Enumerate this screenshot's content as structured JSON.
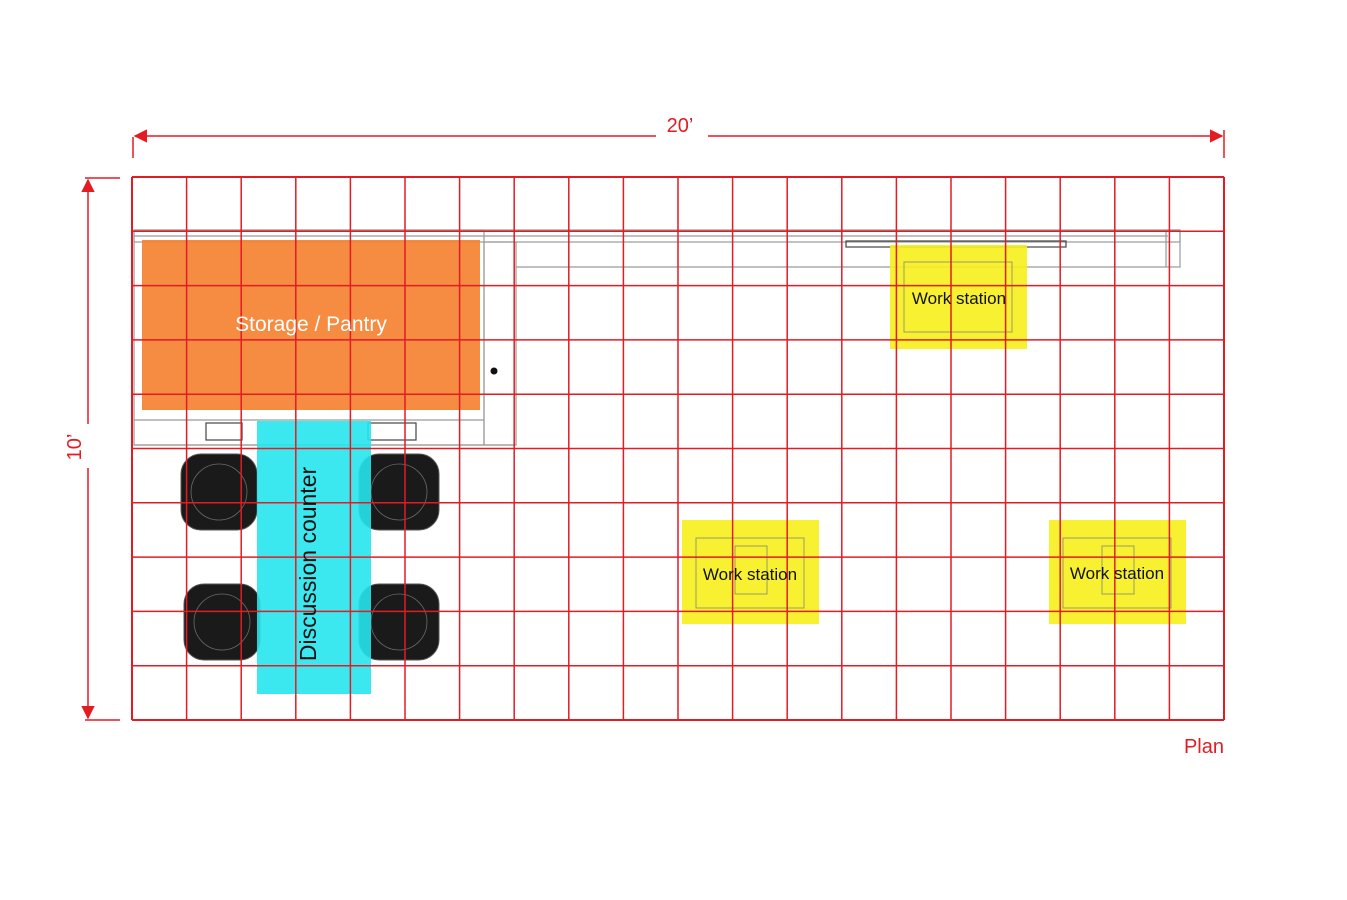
{
  "dimensions": {
    "width_label": "20’",
    "height_label": "10’"
  },
  "plan_label": "Plan",
  "grid": {
    "columns": 20,
    "rows": 10
  },
  "zones": {
    "storage": {
      "label": "Storage / Pantry",
      "color": "#f58232"
    },
    "counter": {
      "label": "Discussion counter",
      "color": "#27e6ee"
    },
    "workstation_top": {
      "label": "Work station",
      "color": "#f7ef1c"
    },
    "workstation_left": {
      "label": "Work station",
      "color": "#f7ef1c"
    },
    "workstation_right": {
      "label": "Work station",
      "color": "#f7ef1c"
    }
  },
  "colors": {
    "grid": "#e31b23",
    "dimension": "#e31b23",
    "linework": "#9a9a9a",
    "chair": "#1a1a1a"
  }
}
